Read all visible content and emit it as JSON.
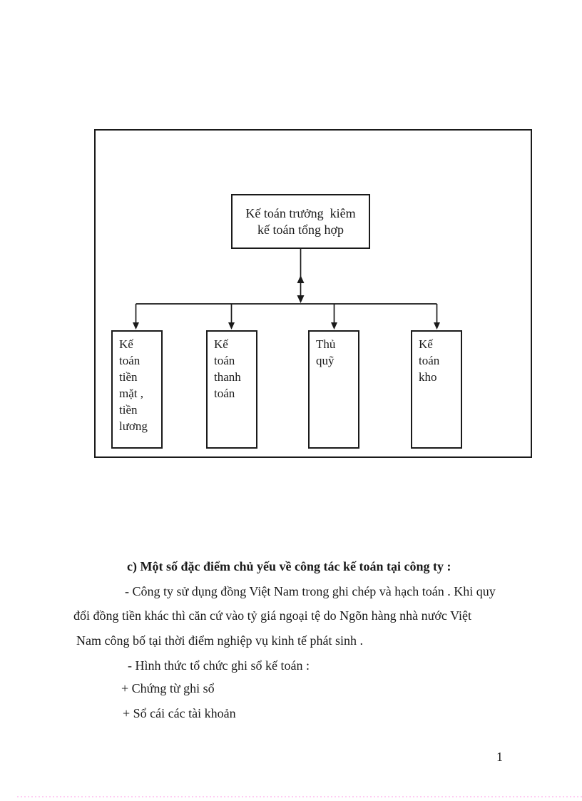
{
  "page_number": "1",
  "org_chart": {
    "root": {
      "line1": "Kế toán trưởng  kiêm",
      "line2": "kế toán tổng hợp"
    },
    "children": [
      {
        "label": "Kế toán tiền mặt , tiền lương",
        "lines": [
          "Kế",
          "toán",
          "tiền",
          "mặt ,",
          "tiền",
          "lương"
        ]
      },
      {
        "label": "Kế toán thanh toán",
        "lines": [
          "Kế",
          "toán",
          "thanh",
          "toán"
        ]
      },
      {
        "label": "Thủ quỹ",
        "lines": [
          "Thủ",
          "quỹ"
        ]
      },
      {
        "label": "Kế toán kho",
        "lines": [
          "Kế",
          "toán",
          "kho"
        ]
      }
    ]
  },
  "text": {
    "heading": "c) Một số đặc điểm chủ yếu về công tác kế toán tại công ty :",
    "p1_l1": "- Công ty sử dụng đồng Việt Nam trong ghi chép và hạch toán . Khi quy",
    "p1_l2": "đổi đồng tiền khác thì căn cứ vào tỷ giá ngoại tệ do Ngõn hàng nhà nước Việt",
    "p1_l3": "Nam công bố tại thời điểm nghiệp vụ kinh tế phát sinh .",
    "l_form": "- Hình thức tổ chức ghi sổ kế toán :",
    "l_item1": "+ Chứng từ ghi sổ",
    "l_item2": "+ Sổ cái các tài khoản"
  },
  "colors": {
    "line": "#1a1a1a",
    "separator_dots": "#ffcdf2"
  }
}
